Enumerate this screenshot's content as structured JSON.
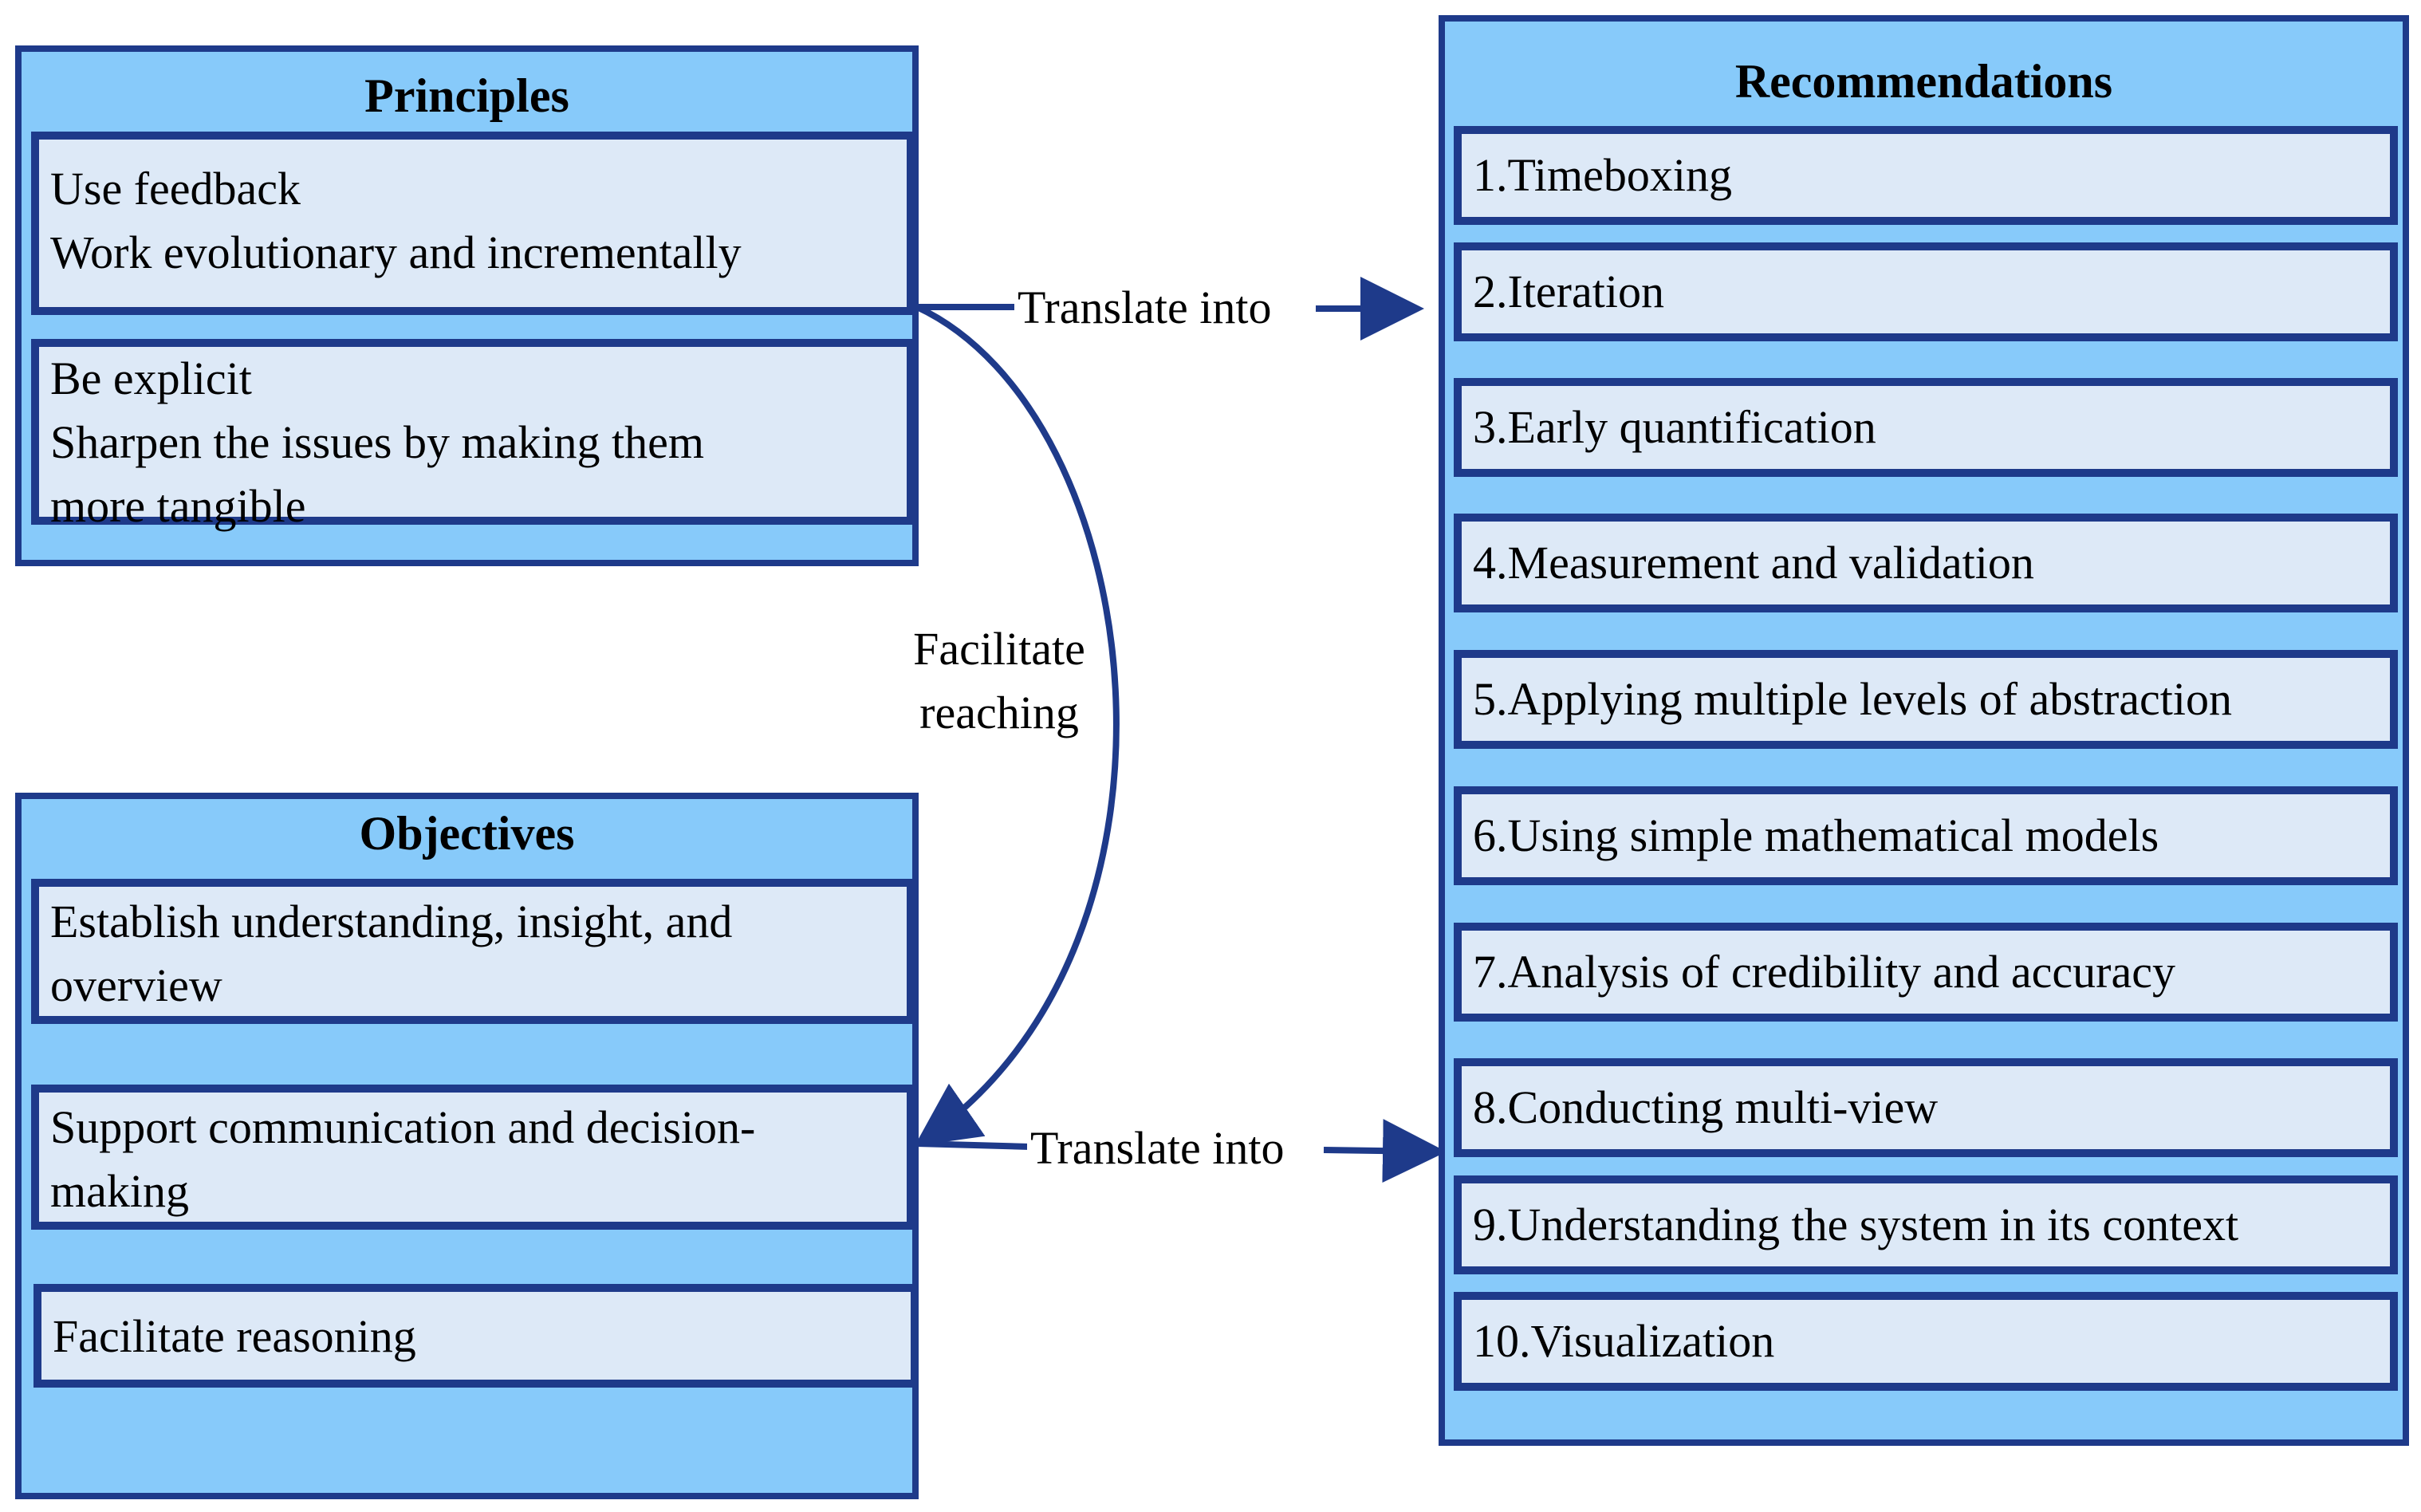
{
  "principles": {
    "title": "Principles",
    "box1": {
      "line1": "Use feedback",
      "line2": "Work evolutionary and incrementally"
    },
    "box2": {
      "line1": "Be explicit",
      "line2": "Sharpen the issues by making them",
      "line3": "more tangible"
    }
  },
  "objectives": {
    "title": "Objectives",
    "box1": {
      "line1": "Establish understanding, insight, and",
      "line2": "overview"
    },
    "box2": {
      "line1": "Support communication and decision-",
      "line2": "making"
    },
    "box3": {
      "line1": "Facilitate reasoning"
    }
  },
  "recommendations": {
    "title": "Recommendations",
    "items": [
      "1.Timeboxing",
      "2.Iteration",
      "3.Early quantification",
      "4.Measurement and validation",
      "5.Applying multiple levels of abstraction",
      "6.Using simple mathematical models",
      "7.Analysis of credibility and accuracy",
      "8.Conducting multi-view",
      "9.Understanding the system in its context",
      "10.Visualization"
    ]
  },
  "connectors": {
    "top_label": "Translate into",
    "bottom_label": "Translate into",
    "curve_label_line1": "Facilitate",
    "curve_label_line2": "reaching"
  },
  "colors": {
    "panel_fill": "#87cafa",
    "box_fill": "#dde9f7",
    "border": "#1e3a8a"
  }
}
